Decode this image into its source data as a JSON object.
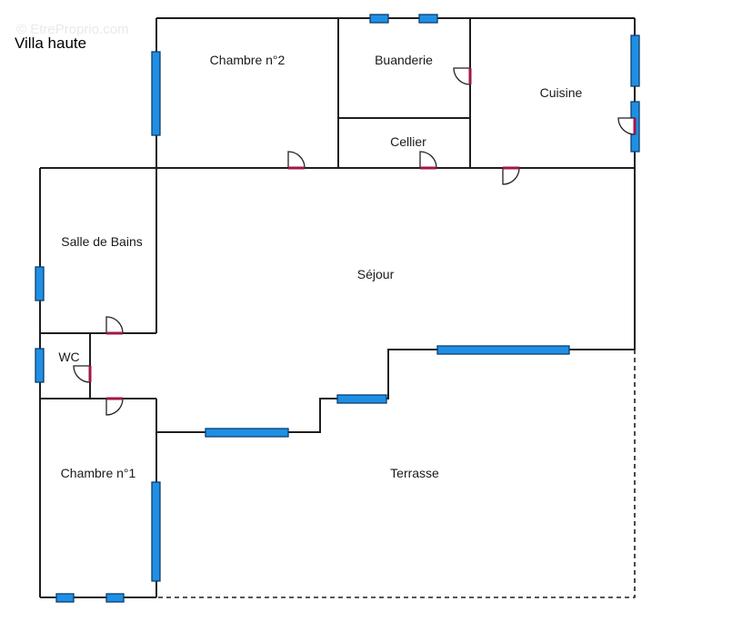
{
  "watermark": "© EtreProprio.com",
  "title": "Villa haute",
  "rooms": {
    "chambre2": "Chambre n°2",
    "buanderie": "Buanderie",
    "cuisine": "Cuisine",
    "cellier": "Cellier",
    "salle_de_bains": "Salle de Bains",
    "sejour": "Séjour",
    "wc": "WC",
    "chambre1": "Chambre n°1",
    "terrasse": "Terrasse"
  },
  "colors": {
    "window": "#1f8fe5",
    "door": "#a0164a",
    "wall": "#1e1e1e"
  }
}
